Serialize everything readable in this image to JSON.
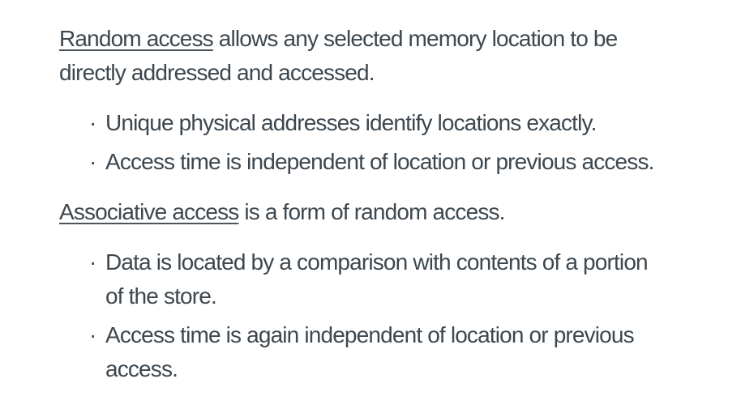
{
  "colors": {
    "background": "#ffffff",
    "text": "#3d474f",
    "underline": "#4c555b"
  },
  "content": {
    "bullet_char": "·",
    "sections": [
      {
        "term": "Random access",
        "text_after_term": " allows any selected memory location to be\ndirectly addressed and accessed.",
        "bullets": [
          "Unique physical addresses identify locations exactly.",
          "Access time is independent of location or previous access."
        ]
      },
      {
        "term": "Associative access",
        "text_after_term": " is a form of random access.",
        "bullets": [
          "Data is located by a comparison with contents of a portion\nof the store.",
          "Access time is again independent of location or previous\naccess."
        ]
      }
    ]
  }
}
